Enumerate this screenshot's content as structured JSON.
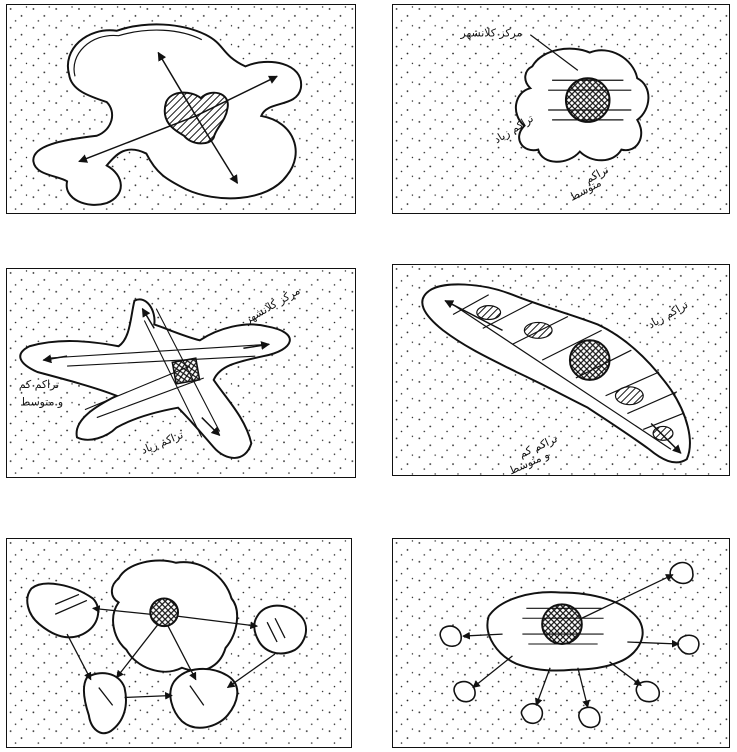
{
  "panels": [
    {
      "id": "p1",
      "labels": {}
    },
    {
      "id": "p2",
      "labels": {
        "center": "مرکز کلانشهر",
        "high": "تراکم زیاد",
        "medium_1": "تراکم",
        "medium_2": "متوسط"
      }
    },
    {
      "id": "p3",
      "labels": {
        "center": "مرکز کلانشهر",
        "low_1": "تراکم کم",
        "low_2": "و متوسط",
        "high": "تراکم زیاد"
      }
    },
    {
      "id": "p4",
      "labels": {
        "high": "تراکم زیاد",
        "low_1": "تراکم کم",
        "low_2": "و متوسط"
      }
    },
    {
      "id": "p5",
      "labels": {}
    },
    {
      "id": "p6",
      "labels": {}
    }
  ],
  "colors": {
    "ink": "#111111",
    "paper": "#ffffff"
  }
}
